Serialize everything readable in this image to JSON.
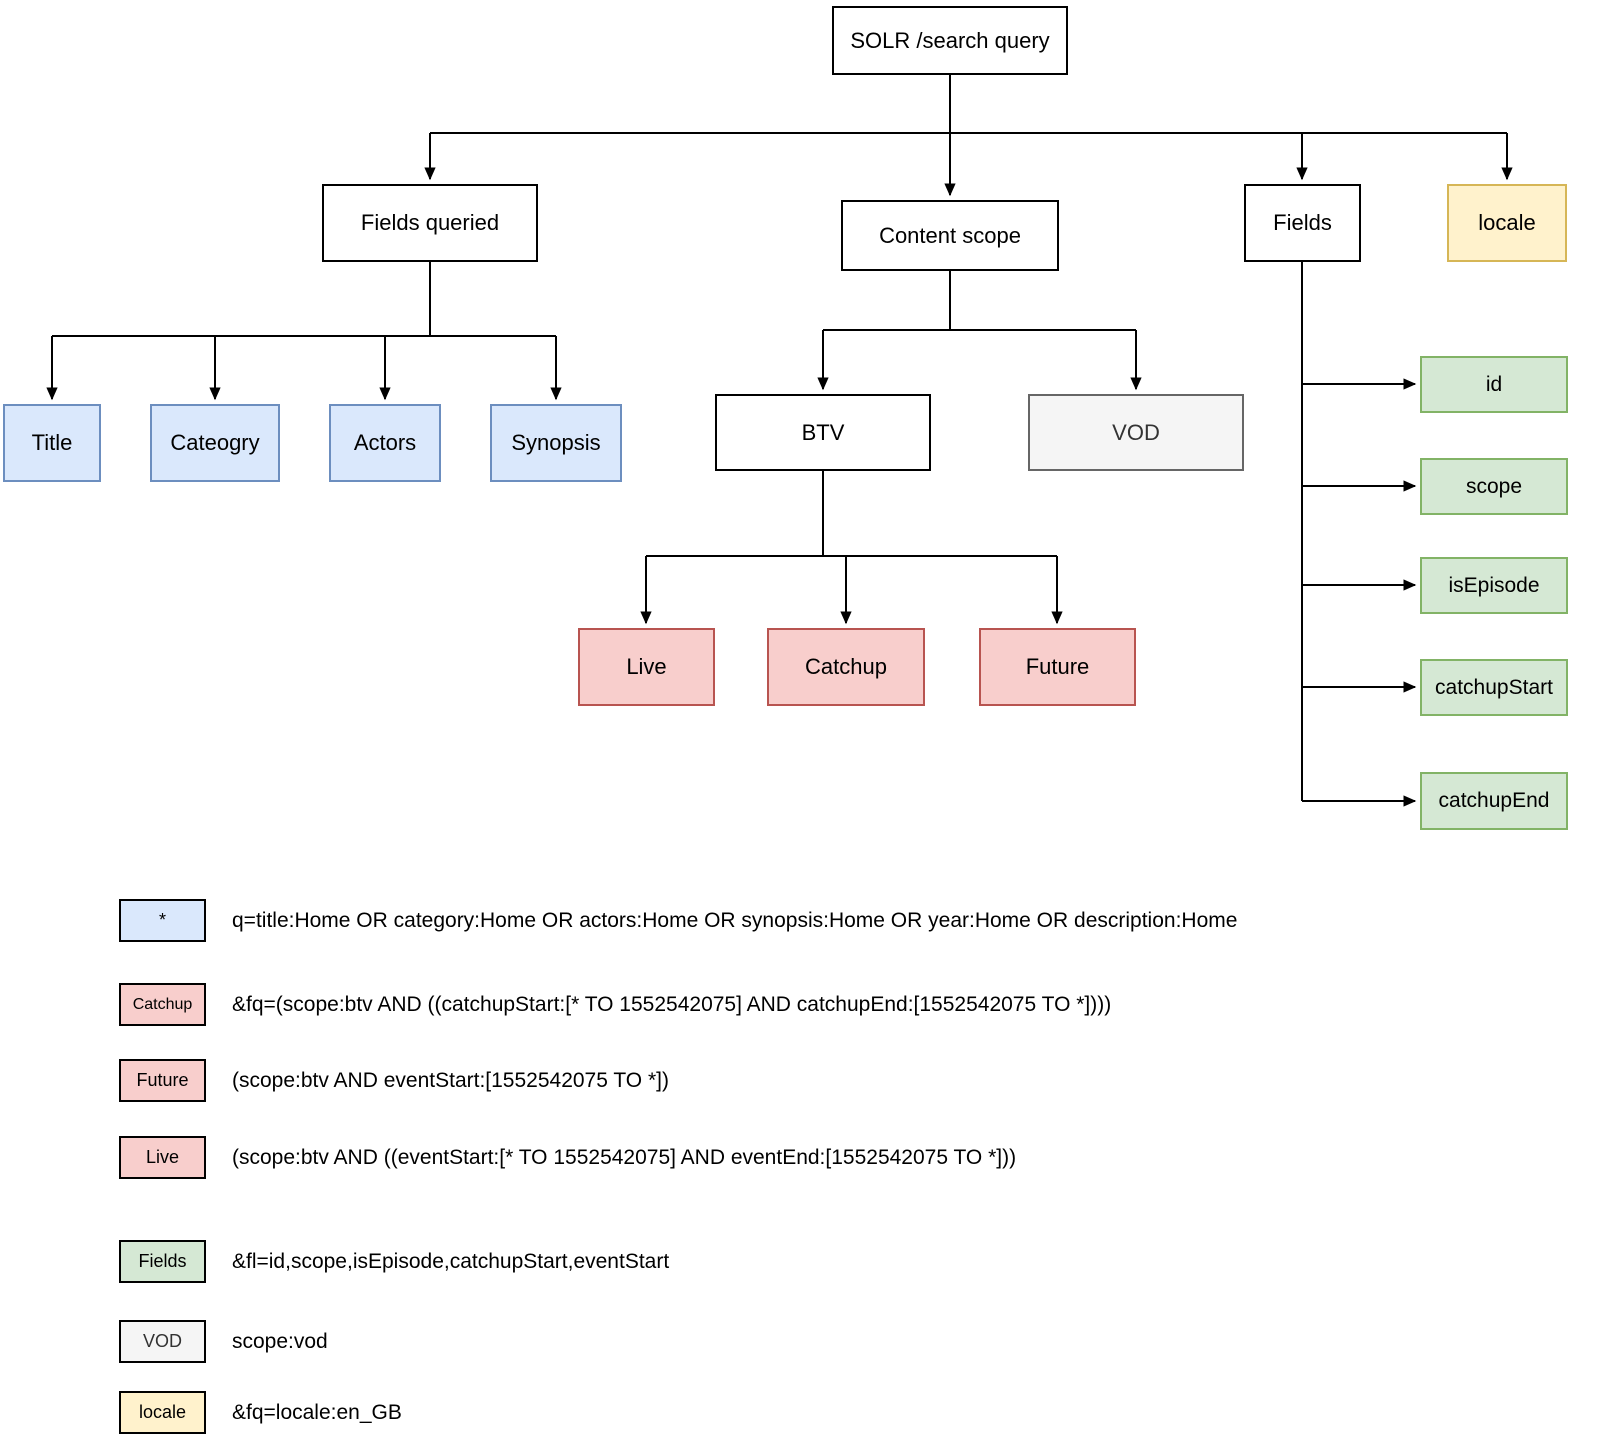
{
  "diagram": {
    "nodes": {
      "solr": {
        "label": "SOLR /search query"
      },
      "fields_queried": {
        "label": "Fields queried"
      },
      "content_scope": {
        "label": "Content scope"
      },
      "fields": {
        "label": "Fields"
      },
      "locale": {
        "label": "locale"
      },
      "title": {
        "label": "Title"
      },
      "cateogry": {
        "label": "Cateogry"
      },
      "actors": {
        "label": "Actors"
      },
      "synopsis": {
        "label": "Synopsis"
      },
      "btv": {
        "label": "BTV"
      },
      "vod": {
        "label": "VOD"
      },
      "live": {
        "label": "Live"
      },
      "catchup": {
        "label": "Catchup"
      },
      "future": {
        "label": "Future"
      },
      "id": {
        "label": "id"
      },
      "scope": {
        "label": "scope"
      },
      "isEpisode": {
        "label": "isEpisode"
      },
      "catchupStart": {
        "label": "catchupStart"
      },
      "catchupEnd": {
        "label": "catchupEnd"
      }
    },
    "colors": {
      "blue_fill": "#dae8fc",
      "blue_stroke": "#6c8ebf",
      "red_fill": "#f8cecc",
      "red_stroke": "#b85450",
      "green_fill": "#d5e8d4",
      "green_stroke": "#82b366",
      "yellow_fill": "#fff2cc",
      "yellow_stroke": "#d6b656",
      "gray_fill": "#f5f5f5",
      "gray_stroke": "#666666",
      "white_fill": "#ffffff",
      "black_stroke": "#000000"
    }
  },
  "legend": {
    "rows": [
      {
        "swatch": "*",
        "text": "q=title:Home OR category:Home OR actors:Home OR synopsis:Home OR year:Home OR description:Home"
      },
      {
        "swatch": "Catchup",
        "text": "&fq=(scope:btv AND ((catchupStart:[* TO 1552542075] AND catchupEnd:[1552542075 TO *])))"
      },
      {
        "swatch": "Future",
        "text": "(scope:btv AND eventStart:[1552542075 TO *])"
      },
      {
        "swatch": "Live",
        "text": "(scope:btv AND ((eventStart:[* TO 1552542075] AND eventEnd:[1552542075 TO *]))"
      },
      {
        "swatch": "Fields",
        "text": "&fl=id,scope,isEpisode,catchupStart,eventStart"
      },
      {
        "swatch": "VOD",
        "text": "scope:vod"
      },
      {
        "swatch": "locale",
        "text": "&fq=locale:en_GB"
      }
    ]
  }
}
